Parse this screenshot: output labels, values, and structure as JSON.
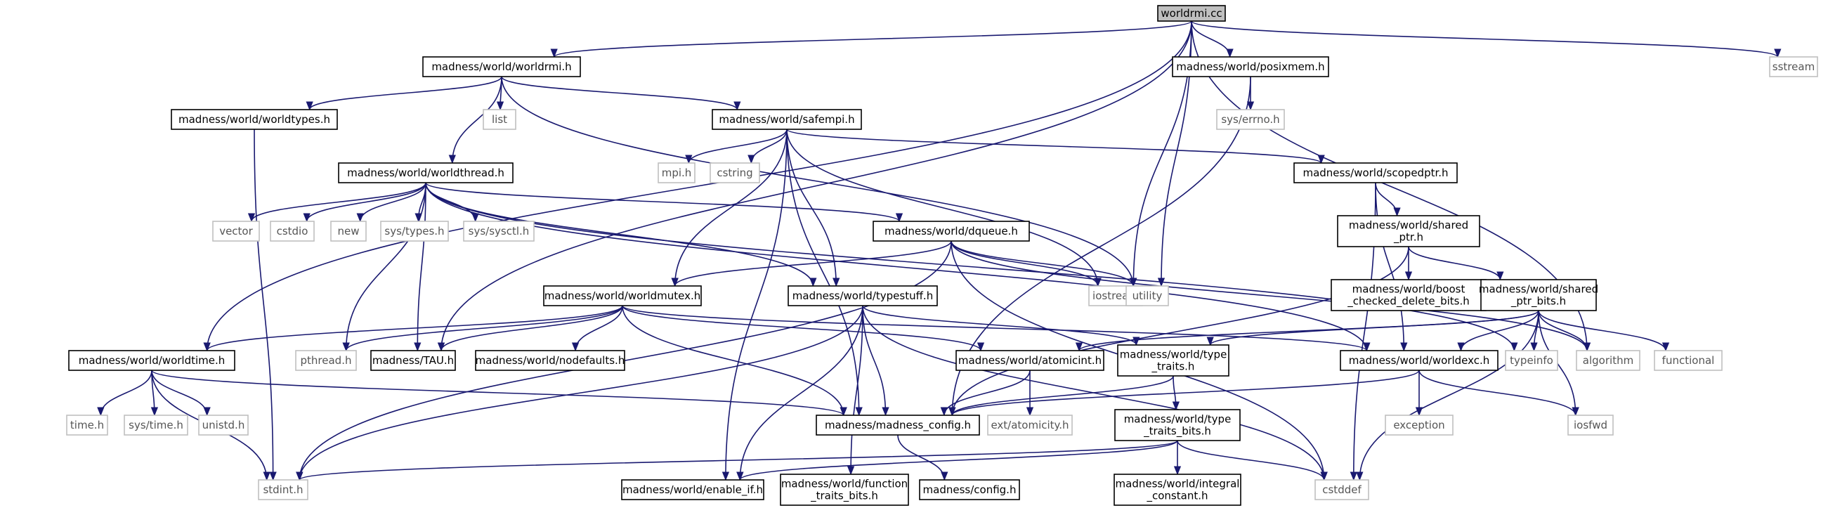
{
  "colors": {
    "edge": "#191970",
    "box_border": "#000000",
    "system_border": "#bfbfbf",
    "root_fill": "#bfbfbf",
    "background": "#ffffff"
  },
  "nodes": [
    {
      "id": "worldrmi_cc",
      "lines": [
        "worldrmi.cc"
      ],
      "kind": "root"
    },
    {
      "id": "sstream",
      "lines": [
        "sstream"
      ],
      "kind": "system"
    },
    {
      "id": "worldrmi_h",
      "lines": [
        "madness/world/worldrmi.h"
      ],
      "kind": "local"
    },
    {
      "id": "posixmem",
      "lines": [
        "madness/world/posixmem.h"
      ],
      "kind": "local"
    },
    {
      "id": "worldtypes",
      "lines": [
        "madness/world/worldtypes.h"
      ],
      "kind": "local"
    },
    {
      "id": "list",
      "lines": [
        "list"
      ],
      "kind": "system"
    },
    {
      "id": "safempi",
      "lines": [
        "madness/world/safempi.h"
      ],
      "kind": "local"
    },
    {
      "id": "errno",
      "lines": [
        "sys/errno.h"
      ],
      "kind": "system"
    },
    {
      "id": "worldthread",
      "lines": [
        "madness/world/worldthread.h"
      ],
      "kind": "local"
    },
    {
      "id": "mpi",
      "lines": [
        "mpi.h"
      ],
      "kind": "system"
    },
    {
      "id": "cstring",
      "lines": [
        "cstring"
      ],
      "kind": "system"
    },
    {
      "id": "scopedptr",
      "lines": [
        "madness/world/scopedptr.h"
      ],
      "kind": "local"
    },
    {
      "id": "vector",
      "lines": [
        "vector"
      ],
      "kind": "system"
    },
    {
      "id": "cstdio",
      "lines": [
        "cstdio"
      ],
      "kind": "system"
    },
    {
      "id": "new",
      "lines": [
        "new"
      ],
      "kind": "system"
    },
    {
      "id": "systypes",
      "lines": [
        "sys/types.h"
      ],
      "kind": "system"
    },
    {
      "id": "syssysctl",
      "lines": [
        "sys/sysctl.h"
      ],
      "kind": "system"
    },
    {
      "id": "dqueue",
      "lines": [
        "madness/world/dqueue.h"
      ],
      "kind": "local"
    },
    {
      "id": "shared_ptr",
      "lines": [
        "madness/world/shared",
        "_ptr.h"
      ],
      "kind": "local"
    },
    {
      "id": "iostream",
      "lines": [
        "iostream"
      ],
      "kind": "system"
    },
    {
      "id": "utility",
      "lines": [
        "utility"
      ],
      "kind": "system"
    },
    {
      "id": "boost_del",
      "lines": [
        "madness/world/boost",
        "_checked_delete_bits.h"
      ],
      "kind": "local"
    },
    {
      "id": "worldmutex",
      "lines": [
        "madness/world/worldmutex.h"
      ],
      "kind": "local"
    },
    {
      "id": "typestuff",
      "lines": [
        "madness/world/typestuff.h"
      ],
      "kind": "local"
    },
    {
      "id": "shared_ptr_bits",
      "lines": [
        "madness/world/shared",
        "_ptr_bits.h"
      ],
      "kind": "local"
    },
    {
      "id": "worldtime",
      "lines": [
        "madness/world/worldtime.h"
      ],
      "kind": "local"
    },
    {
      "id": "pthread",
      "lines": [
        "pthread.h"
      ],
      "kind": "system"
    },
    {
      "id": "tau",
      "lines": [
        "madness/TAU.h"
      ],
      "kind": "local"
    },
    {
      "id": "nodefaults",
      "lines": [
        "madness/world/nodefaults.h"
      ],
      "kind": "local"
    },
    {
      "id": "atomicint",
      "lines": [
        "madness/world/atomicint.h"
      ],
      "kind": "local"
    },
    {
      "id": "type_traits",
      "lines": [
        "madness/world/type",
        "_traits.h"
      ],
      "kind": "local"
    },
    {
      "id": "worldexc",
      "lines": [
        "madness/world/worldexc.h"
      ],
      "kind": "local"
    },
    {
      "id": "typeinfo",
      "lines": [
        "typeinfo"
      ],
      "kind": "system"
    },
    {
      "id": "algorithm",
      "lines": [
        "algorithm"
      ],
      "kind": "system"
    },
    {
      "id": "functional",
      "lines": [
        "functional"
      ],
      "kind": "system"
    },
    {
      "id": "timeh",
      "lines": [
        "time.h"
      ],
      "kind": "system"
    },
    {
      "id": "systime",
      "lines": [
        "sys/time.h"
      ],
      "kind": "system"
    },
    {
      "id": "unistd",
      "lines": [
        "unistd.h"
      ],
      "kind": "system"
    },
    {
      "id": "madness_config",
      "lines": [
        "madness/madness_config.h"
      ],
      "kind": "local"
    },
    {
      "id": "atomicity",
      "lines": [
        "ext/atomicity.h"
      ],
      "kind": "system"
    },
    {
      "id": "type_traits_bits",
      "lines": [
        "madness/world/type",
        "_traits_bits.h"
      ],
      "kind": "local"
    },
    {
      "id": "exception",
      "lines": [
        "exception"
      ],
      "kind": "system"
    },
    {
      "id": "iosfwd",
      "lines": [
        "iosfwd"
      ],
      "kind": "system"
    },
    {
      "id": "stdint",
      "lines": [
        "stdint.h"
      ],
      "kind": "system"
    },
    {
      "id": "enable_if",
      "lines": [
        "madness/world/enable_if.h"
      ],
      "kind": "local"
    },
    {
      "id": "function_traits",
      "lines": [
        "madness/world/function",
        "_traits_bits.h"
      ],
      "kind": "local"
    },
    {
      "id": "config",
      "lines": [
        "madness/config.h"
      ],
      "kind": "local"
    },
    {
      "id": "integral_constant",
      "lines": [
        "madness/world/integral",
        "_constant.h"
      ],
      "kind": "local"
    },
    {
      "id": "cstddef",
      "lines": [
        "cstddef"
      ],
      "kind": "system"
    }
  ],
  "edges": [
    [
      "worldrmi_cc",
      "worldrmi_h"
    ],
    [
      "worldrmi_cc",
      "posixmem"
    ],
    [
      "worldrmi_cc",
      "sstream"
    ],
    [
      "worldrmi_cc",
      "worldtime"
    ],
    [
      "worldrmi_cc",
      "tau"
    ],
    [
      "worldrmi_cc",
      "utility"
    ],
    [
      "worldrmi_cc",
      "iostream"
    ],
    [
      "worldrmi_cc",
      "algorithm"
    ],
    [
      "worldrmi_h",
      "worldtypes"
    ],
    [
      "worldrmi_h",
      "list"
    ],
    [
      "worldrmi_h",
      "safempi"
    ],
    [
      "worldrmi_h",
      "worldthread"
    ],
    [
      "worldrmi_h",
      "utility"
    ],
    [
      "posixmem",
      "errno"
    ],
    [
      "posixmem",
      "madness_config"
    ],
    [
      "worldtypes",
      "stdint"
    ],
    [
      "safempi",
      "mpi"
    ],
    [
      "safempi",
      "cstring"
    ],
    [
      "safempi",
      "scopedptr"
    ],
    [
      "safempi",
      "worldmutex"
    ],
    [
      "safempi",
      "typestuff"
    ],
    [
      "safempi",
      "iostream"
    ],
    [
      "safempi",
      "madness_config"
    ],
    [
      "safempi",
      "enable_if"
    ],
    [
      "scopedptr",
      "shared_ptr"
    ],
    [
      "scopedptr",
      "worldexc"
    ],
    [
      "scopedptr",
      "cstddef"
    ],
    [
      "worldthread",
      "vector"
    ],
    [
      "worldthread",
      "cstdio"
    ],
    [
      "worldthread",
      "new"
    ],
    [
      "worldthread",
      "systypes"
    ],
    [
      "worldthread",
      "syssysctl"
    ],
    [
      "worldthread",
      "dqueue"
    ],
    [
      "worldthread",
      "pthread"
    ],
    [
      "worldthread",
      "tau"
    ],
    [
      "worldthread",
      "typestuff"
    ],
    [
      "worldthread",
      "typeinfo"
    ],
    [
      "worldthread",
      "worldexc"
    ],
    [
      "dqueue",
      "worldmutex"
    ],
    [
      "dqueue",
      "iostream"
    ],
    [
      "dqueue",
      "utility"
    ],
    [
      "dqueue",
      "stdint"
    ],
    [
      "dqueue",
      "cstddef"
    ],
    [
      "dqueue",
      "algorithm"
    ],
    [
      "shared_ptr",
      "shared_ptr_bits"
    ],
    [
      "shared_ptr",
      "boost_del"
    ],
    [
      "shared_ptr",
      "madness_config"
    ],
    [
      "shared_ptr_bits",
      "worldexc"
    ],
    [
      "shared_ptr_bits",
      "atomicint"
    ],
    [
      "shared_ptr_bits",
      "type_traits"
    ],
    [
      "shared_ptr_bits",
      "typeinfo"
    ],
    [
      "shared_ptr_bits",
      "algorithm"
    ],
    [
      "shared_ptr_bits",
      "functional"
    ],
    [
      "shared_ptr_bits",
      "iosfwd"
    ],
    [
      "shared_ptr_bits",
      "cstddef"
    ],
    [
      "worldmutex",
      "worldtime"
    ],
    [
      "worldmutex",
      "pthread"
    ],
    [
      "worldmutex",
      "tau"
    ],
    [
      "worldmutex",
      "nodefaults"
    ],
    [
      "worldmutex",
      "atomicint"
    ],
    [
      "worldmutex",
      "worldexc"
    ],
    [
      "worldmutex",
      "madness_config"
    ],
    [
      "typestuff",
      "type_traits"
    ],
    [
      "typestuff",
      "madness_config"
    ],
    [
      "typestuff",
      "enable_if"
    ],
    [
      "typestuff",
      "function_traits"
    ],
    [
      "typestuff",
      "stdint"
    ],
    [
      "typestuff",
      "cstddef"
    ],
    [
      "worldtime",
      "timeh"
    ],
    [
      "worldtime",
      "systime"
    ],
    [
      "worldtime",
      "unistd"
    ],
    [
      "worldtime",
      "madness_config"
    ],
    [
      "worldtime",
      "stdint"
    ],
    [
      "atomicint",
      "madness_config"
    ],
    [
      "atomicint",
      "atomicity"
    ],
    [
      "type_traits",
      "madness_config"
    ],
    [
      "type_traits",
      "type_traits_bits"
    ],
    [
      "type_traits_bits",
      "stdint"
    ],
    [
      "type_traits_bits",
      "enable_if"
    ],
    [
      "type_traits_bits",
      "integral_constant"
    ],
    [
      "type_traits_bits",
      "cstddef"
    ],
    [
      "worldexc",
      "madness_config"
    ],
    [
      "worldexc",
      "exception"
    ],
    [
      "worldexc",
      "iosfwd"
    ],
    [
      "madness_config",
      "config"
    ]
  ]
}
